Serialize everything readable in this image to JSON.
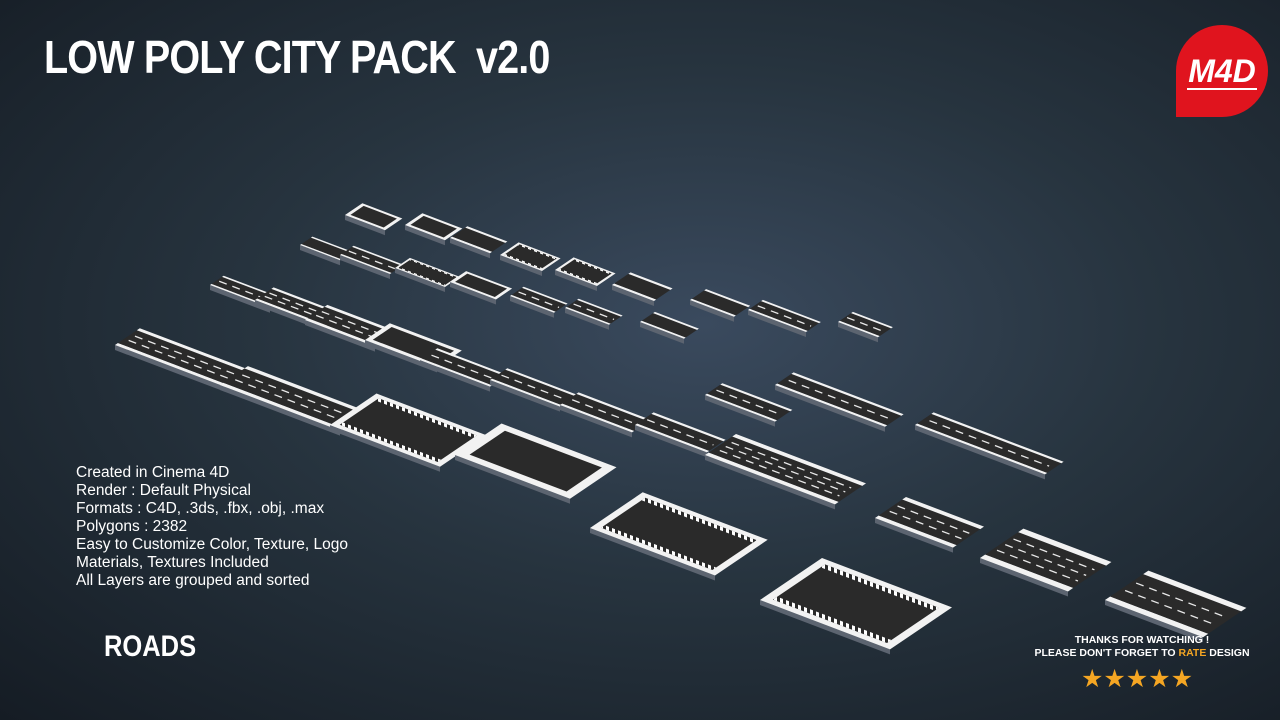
{
  "header": {
    "title": "LOW POLY CITY PACK  v2.0"
  },
  "logo": {
    "text": "M4D",
    "icon": "m4d-logo"
  },
  "info": {
    "lines": [
      "Created in Cinema 4D",
      "Render : Default Physical",
      "Formats : C4D, .3ds, .fbx, .obj, .max",
      "Polygons : 2382",
      "Easy to Customize Color, Texture, Logo",
      "Materials, Textures Included",
      "All Layers are grouped and sorted"
    ]
  },
  "section": {
    "label": "ROADS"
  },
  "footer": {
    "thanks": "THANKS FOR WATCHING !",
    "reminder_prefix": "PLEASE DON'T FORGET TO",
    "reminder_highlight": "RATE",
    "reminder_suffix": "DESIGN",
    "rating_stars": 5,
    "stars_text": "★★★★★"
  },
  "colors": {
    "background": "#27343f",
    "asphalt": "#2a2a2a",
    "curb": "#f2f2f2",
    "accent": "#f5a623",
    "logo_red": "#e0141e"
  }
}
